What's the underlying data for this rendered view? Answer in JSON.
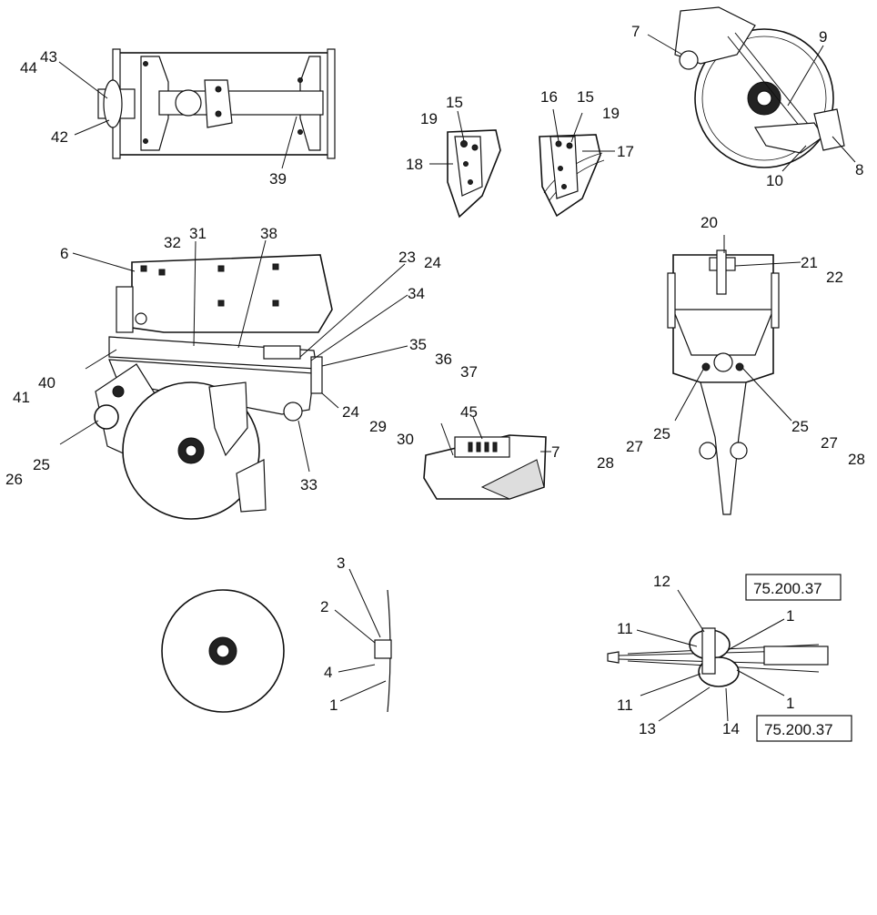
{
  "callouts": {
    "c1_44": "44",
    "c1_43": "43",
    "c1_42": "42",
    "c1_39": "39",
    "c2_15": "15",
    "c2_19": "19",
    "c2_18": "18",
    "c3_16": "16",
    "c3_15": "15",
    "c3_19": "19",
    "c3_17": "17",
    "c4_7": "7",
    "c4_9": "9",
    "c4_8": "8",
    "c4_10": "10",
    "c5_6": "6",
    "c5_32": "32",
    "c5_31": "31",
    "c5_38": "38",
    "c5_23": "23",
    "c5_24a": "24",
    "c5_34": "34",
    "c5_35": "35",
    "c5_36": "36",
    "c5_37": "37",
    "c5_24b": "24",
    "c5_29": "29",
    "c5_30": "30",
    "c5_40": "40",
    "c5_41": "41",
    "c5_25": "25",
    "c5_26": "26",
    "c5_33": "33",
    "c6_45": "45",
    "c6_7": "7",
    "c7_20": "20",
    "c7_21": "21",
    "c7_22": "22",
    "c7_25a": "25",
    "c7_27a": "27",
    "c7_28a": "28",
    "c7_25b": "25",
    "c7_27b": "27",
    "c7_28b": "28",
    "c8_3": "3",
    "c8_2": "2",
    "c8_4": "4",
    "c8_1": "1",
    "c9_12": "12",
    "c9_1a": "1",
    "c9_11a": "11",
    "c9_11b": "11",
    "c9_1b": "1",
    "c9_13": "13",
    "c9_14": "14"
  },
  "references": {
    "ref_top": "75.200.37",
    "ref_bottom": "75.200.37"
  }
}
